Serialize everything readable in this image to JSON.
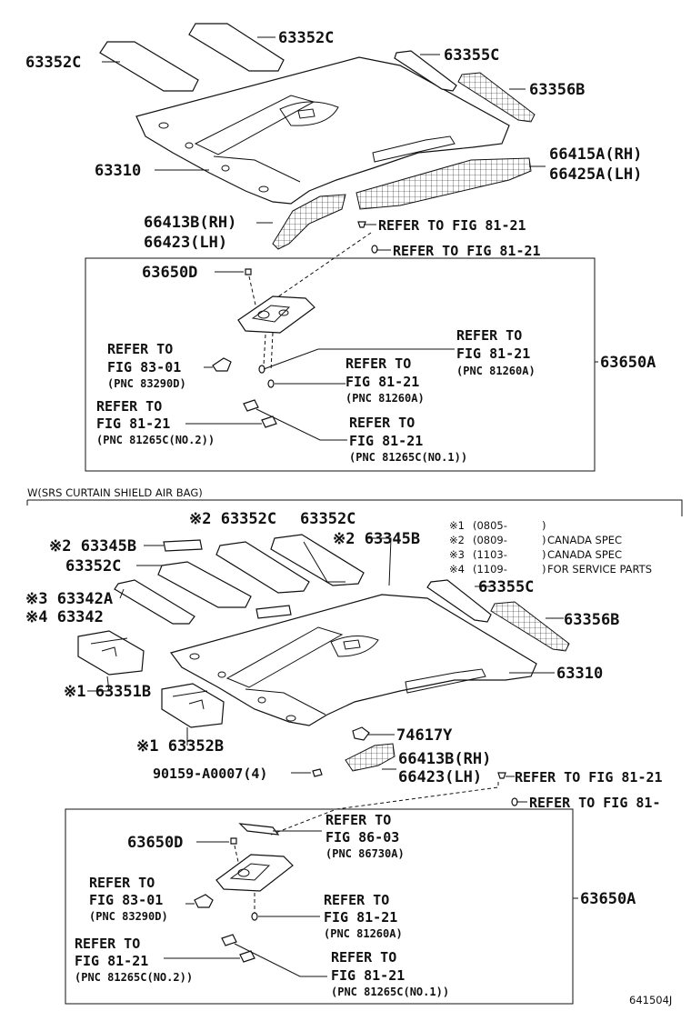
{
  "top": {
    "labels": {
      "p63352c_a": "63352C",
      "p63352c_b": "63352C",
      "p63355c": "63355C",
      "p63356b": "63356B",
      "p63310": "63310",
      "p66415a": "66415A(RH)",
      "p66425a": "66425A(LH)",
      "p66413b": "66413B(RH)",
      "p66423": "66423(LH)",
      "p63650d": "63650D",
      "p63650a": "63650A"
    },
    "refs": {
      "ref_a1": "REFER TO FIG 81-21",
      "ref_a2": "REFER TO FIG 81-21",
      "ref_b_1": "REFER TO",
      "ref_b_2": "FIG 83-01",
      "ref_b_3": "(PNC 83290D)",
      "ref_c_1": "REFER TO",
      "ref_c_2": "FIG 81-21",
      "ref_c_3": "(PNC 81265C(NO.2))",
      "ref_d_1": "REFER TO",
      "ref_d_2": "FIG 81-21",
      "ref_d_3": "(PNC 81260A)",
      "ref_e_1": "REFER TO",
      "ref_e_2": "FIG 81-21",
      "ref_e_3": "(PNC 81260A)",
      "ref_f_1": "REFER TO",
      "ref_f_2": "FIG 81-21",
      "ref_f_3": "(PNC 81265C(NO.1))"
    }
  },
  "section_title": "W(SRS CURTAIN SHIELD AIR BAG)",
  "notes": [
    {
      "mark": "※1",
      "code": "(0805-",
      "close": ")",
      "desc": ""
    },
    {
      "mark": "※2",
      "code": "(0809-",
      "close": ")",
      "desc": "CANADA SPEC"
    },
    {
      "mark": "※3",
      "code": "(1103-",
      "close": ")",
      "desc": "CANADA SPEC"
    },
    {
      "mark": "※4",
      "code": "(1109-",
      "close": ")",
      "desc": "FOR SERVICE PARTS"
    }
  ],
  "bottom": {
    "labels": {
      "p63352c_a": "※2 63352C",
      "p63352c_b": "63352C",
      "p63345b_a": "※2 63345B",
      "p63345b_b": "※2 63345B",
      "p63352c_c": "63352C",
      "p63342a": "※3 63342A",
      "p63342": "※4 63342",
      "p63355c": "63355C",
      "p63356b": "63356B",
      "p63310": "63310",
      "p63351b": "※1 63351B",
      "p74617y": "74617Y",
      "p63352b": "※1 63352B",
      "p66413b": "66413B(RH)",
      "p66423": "66423(LH)",
      "p90159": "90159-A0007(4)",
      "p63650d": "63650D",
      "p63650a": "63650A"
    },
    "refs": {
      "ref_a1": "REFER TO FIG 81-21",
      "ref_a2": "REFER TO FIG 81-",
      "ref_g_1": "REFER TO",
      "ref_g_2": "FIG 86-03",
      "ref_g_3": "(PNC 86730A)",
      "ref_b_1": "REFER TO",
      "ref_b_2": "FIG 83-01",
      "ref_b_3": "(PNC 83290D)",
      "ref_d_1": "REFER TO",
      "ref_d_2": "FIG 81-21",
      "ref_d_3": "(PNC 81260A)",
      "ref_c_1": "REFER TO",
      "ref_c_2": "FIG 81-21",
      "ref_c_3": "(PNC 81265C(NO.2))",
      "ref_f_1": "REFER TO",
      "ref_f_2": "FIG 81-21",
      "ref_f_3": "(PNC 81265C(NO.1))"
    }
  },
  "footer_code": "641504J"
}
